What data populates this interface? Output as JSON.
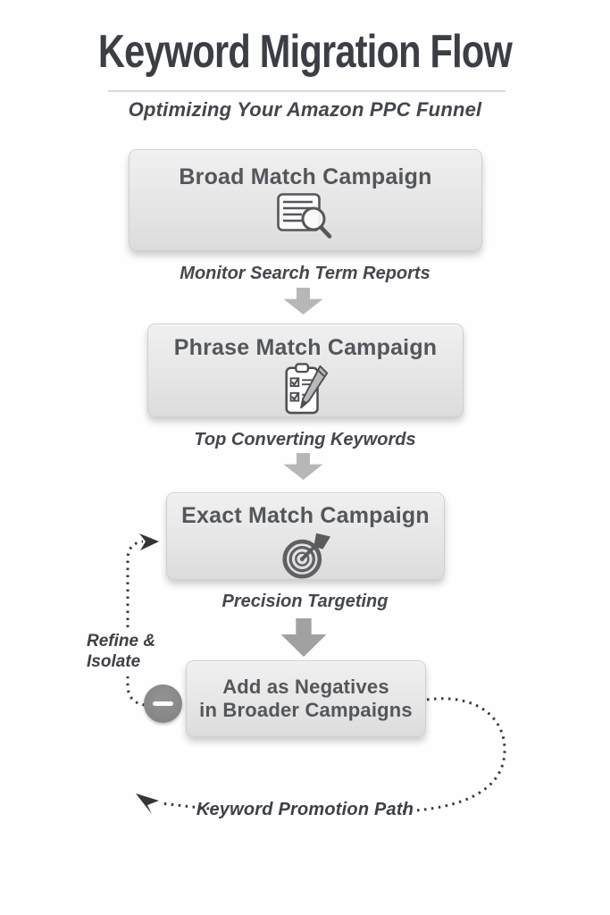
{
  "header": {
    "title": "Keyword Migration Flow",
    "subtitle": "Optimizing Your Amazon PPC Funnel"
  },
  "flow": {
    "steps": [
      {
        "label": "Broad Match Campaign",
        "icon": "document-magnifier-icon"
      },
      {
        "label": "Phrase Match Campaign",
        "icon": "clipboard-checklist-icon"
      },
      {
        "label": "Exact Match Campaign",
        "icon": "target-dart-icon"
      },
      {
        "label_line1": "Add as Negatives",
        "label_line2": "in Broader Campaigns",
        "icon": "minus-circle-icon"
      }
    ],
    "connectors": [
      {
        "label": "Monitor Search Term Reports",
        "icon": "down-arrow-icon"
      },
      {
        "label": "Top Converting Keywords",
        "icon": "down-arrow-icon"
      },
      {
        "label": "Precision Targeting",
        "icon": "down-arrow-icon"
      }
    ],
    "loops": {
      "refine_line1": "Refine &",
      "refine_line2": "Isolate",
      "promotion_label": "Keyword Promotion Path"
    }
  },
  "colors": {
    "title_text": "#3b3e44",
    "box_label_text": "#53565b",
    "box_fill_top": "#f0f0f0",
    "box_fill_bottom": "#dcdcdc",
    "box_border": "#cfcfcf",
    "arrow_gray": "#b7b7b7",
    "arrow_gray_dark": "#a1a1a1",
    "dotted_line": "#3b3b3b",
    "minus_circle": "#8a8a8a",
    "background": "#fefefe"
  }
}
